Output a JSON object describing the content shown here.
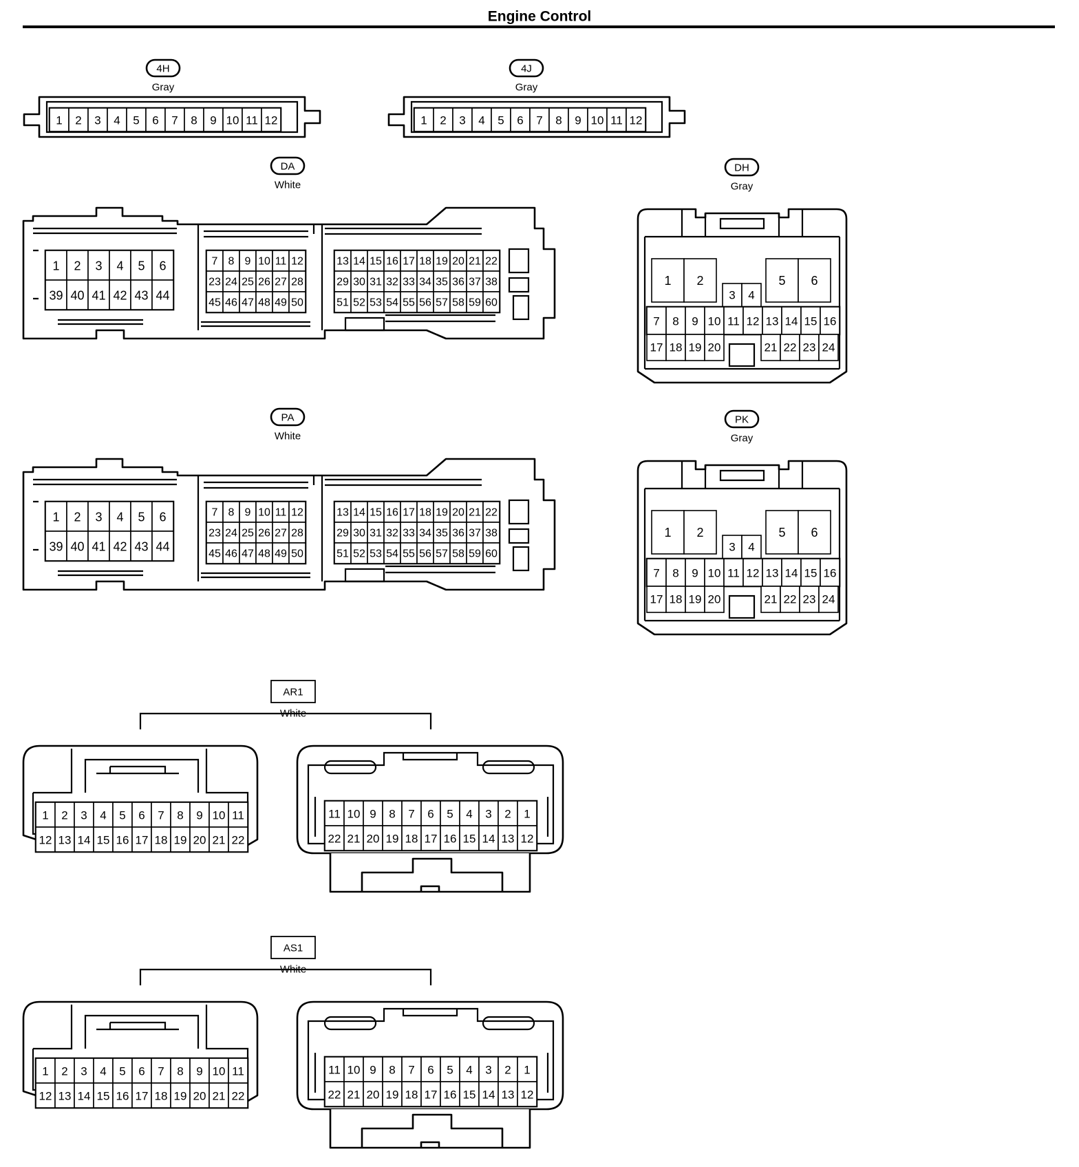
{
  "page": {
    "title": "Engine Control"
  },
  "connectors": [
    {
      "id": "4H",
      "tag_style": "oval",
      "color": "Gray",
      "kind": "strip",
      "rows": [
        [
          1,
          2,
          3,
          4,
          5,
          6,
          7,
          8,
          9,
          10,
          11,
          12
        ]
      ]
    },
    {
      "id": "4J",
      "tag_style": "oval",
      "color": "Gray",
      "kind": "strip",
      "rows": [
        [
          1,
          2,
          3,
          4,
          5,
          6,
          7,
          8,
          9,
          10,
          11,
          12
        ]
      ]
    },
    {
      "id": "DA",
      "tag_style": "oval",
      "color": "White",
      "kind": "ecu",
      "blocks": [
        [
          [
            1,
            2,
            3,
            4,
            5,
            6
          ],
          [
            39,
            40,
            41,
            42,
            43,
            44
          ]
        ],
        [
          [
            7,
            8,
            9,
            10,
            11,
            12
          ],
          [
            23,
            24,
            25,
            26,
            27,
            28
          ],
          [
            45,
            46,
            47,
            48,
            49,
            50
          ]
        ],
        [
          [
            13,
            14,
            15,
            16,
            17,
            18,
            19,
            20,
            21,
            22
          ],
          [
            29,
            30,
            31,
            32,
            33,
            34,
            35,
            36,
            37,
            38
          ],
          [
            51,
            52,
            53,
            54,
            55,
            56,
            57,
            58,
            59,
            60
          ]
        ]
      ]
    },
    {
      "id": "DH",
      "tag_style": "oval",
      "color": "Gray",
      "kind": "square",
      "big_pins": [
        1,
        2,
        5,
        6
      ],
      "mid_pins": [
        3,
        4
      ],
      "rows": [
        [
          7,
          8,
          9,
          10,
          11,
          12,
          13,
          14,
          15,
          16
        ],
        [
          17,
          18,
          19,
          20,
          21,
          22,
          23,
          24
        ]
      ]
    },
    {
      "id": "PA",
      "tag_style": "oval",
      "color": "White",
      "kind": "ecu",
      "blocks": [
        [
          [
            1,
            2,
            3,
            4,
            5,
            6
          ],
          [
            39,
            40,
            41,
            42,
            43,
            44
          ]
        ],
        [
          [
            7,
            8,
            9,
            10,
            11,
            12
          ],
          [
            23,
            24,
            25,
            26,
            27,
            28
          ],
          [
            45,
            46,
            47,
            48,
            49,
            50
          ]
        ],
        [
          [
            13,
            14,
            15,
            16,
            17,
            18,
            19,
            20,
            21,
            22
          ],
          [
            29,
            30,
            31,
            32,
            33,
            34,
            35,
            36,
            37,
            38
          ],
          [
            51,
            52,
            53,
            54,
            55,
            56,
            57,
            58,
            59,
            60
          ]
        ]
      ]
    },
    {
      "id": "PK",
      "tag_style": "oval",
      "color": "Gray",
      "kind": "square",
      "big_pins": [
        1,
        2,
        5,
        6
      ],
      "mid_pins": [
        3,
        4
      ],
      "rows": [
        [
          7,
          8,
          9,
          10,
          11,
          12,
          13,
          14,
          15,
          16
        ],
        [
          17,
          18,
          19,
          20,
          21,
          22,
          23,
          24
        ]
      ]
    },
    {
      "id": "AR1",
      "tag_style": "box",
      "color": "White",
      "kind": "pair",
      "left_rows": [
        [
          1,
          2,
          3,
          4,
          5,
          6,
          7,
          8,
          9,
          10,
          11
        ],
        [
          12,
          13,
          14,
          15,
          16,
          17,
          18,
          19,
          20,
          21,
          22
        ]
      ],
      "right_rows": [
        [
          11,
          10,
          9,
          8,
          7,
          6,
          5,
          4,
          3,
          2,
          1
        ],
        [
          22,
          21,
          20,
          19,
          18,
          17,
          16,
          15,
          14,
          13,
          12
        ]
      ]
    },
    {
      "id": "AS1",
      "tag_style": "box",
      "color": "White",
      "kind": "pair",
      "left_rows": [
        [
          1,
          2,
          3,
          4,
          5,
          6,
          7,
          8,
          9,
          10,
          11
        ],
        [
          12,
          13,
          14,
          15,
          16,
          17,
          18,
          19,
          20,
          21,
          22
        ]
      ],
      "right_rows": [
        [
          11,
          10,
          9,
          8,
          7,
          6,
          5,
          4,
          3,
          2,
          1
        ],
        [
          22,
          21,
          20,
          19,
          18,
          17,
          16,
          15,
          14,
          13,
          12
        ]
      ]
    }
  ]
}
